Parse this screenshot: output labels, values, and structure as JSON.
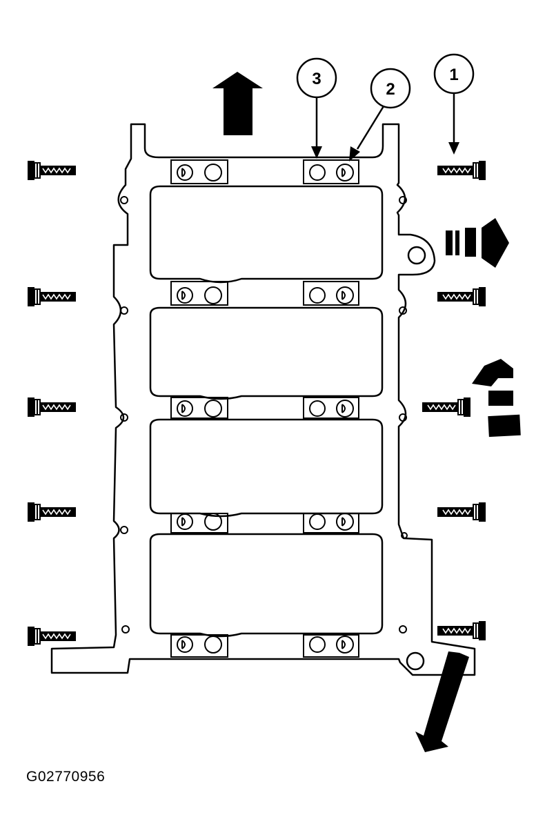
{
  "callouts": [
    {
      "id": "callout-1",
      "label": "1"
    },
    {
      "id": "callout-2",
      "label": "2"
    },
    {
      "id": "callout-3",
      "label": "3"
    }
  ],
  "figure_id": "G02770956",
  "icons": [
    "bolt-icon",
    "arrow-up-icon",
    "arrow-right-icon",
    "arrow-diagonal-icon"
  ],
  "colors": {
    "line": "#000000",
    "background": "#ffffff"
  }
}
